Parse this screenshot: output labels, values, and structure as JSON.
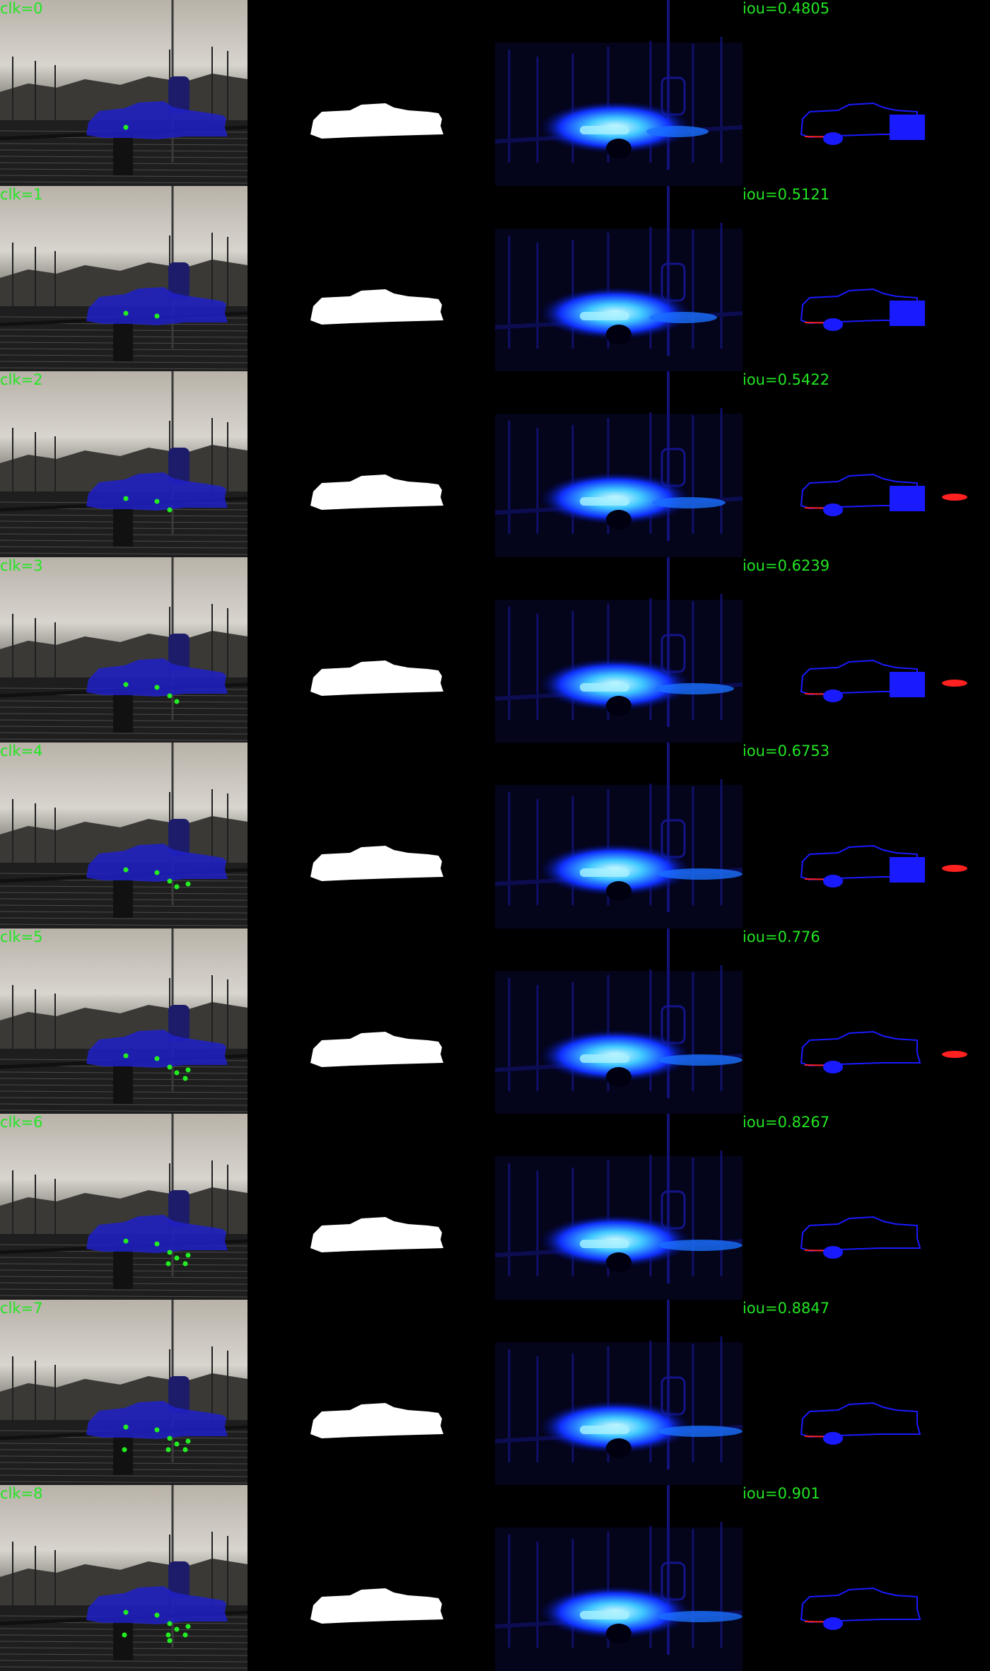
{
  "rows": [
    {
      "click_label": "clk=0",
      "iou_label": "iou=0.4805",
      "clicks": 1,
      "fn_right": true,
      "fp_right": false
    },
    {
      "click_label": "clk=1",
      "iou_label": "iou=0.5121",
      "clicks": 2,
      "fn_right": true,
      "fp_right": false
    },
    {
      "click_label": "clk=2",
      "iou_label": "iou=0.5422",
      "clicks": 3,
      "fn_right": true,
      "fp_right": true
    },
    {
      "click_label": "clk=3",
      "iou_label": "iou=0.6239",
      "clicks": 4,
      "fn_right": true,
      "fp_right": true
    },
    {
      "click_label": "clk=4",
      "iou_label": "iou=0.6753",
      "clicks": 5,
      "fn_right": true,
      "fp_right": true
    },
    {
      "click_label": "clk=5",
      "iou_label": "iou=0.776",
      "clicks": 6,
      "fn_right": false,
      "fp_right": true
    },
    {
      "click_label": "clk=6",
      "iou_label": "iou=0.8267",
      "clicks": 7,
      "fn_right": false,
      "fp_right": false
    },
    {
      "click_label": "clk=7",
      "iou_label": "iou=0.8847",
      "clicks": 8,
      "fn_right": false,
      "fp_right": false
    },
    {
      "click_label": "clk=8",
      "iou_label": "iou=0.901",
      "clicks": 9,
      "fn_right": false,
      "fp_right": false
    }
  ],
  "colors": {
    "label_green": "#22e622",
    "overlay_blue": "#2020c8",
    "click_green": "#22ee22",
    "mask_white": "#ffffff",
    "error_blue": "#1a1aff",
    "error_red": "#ff2020"
  }
}
